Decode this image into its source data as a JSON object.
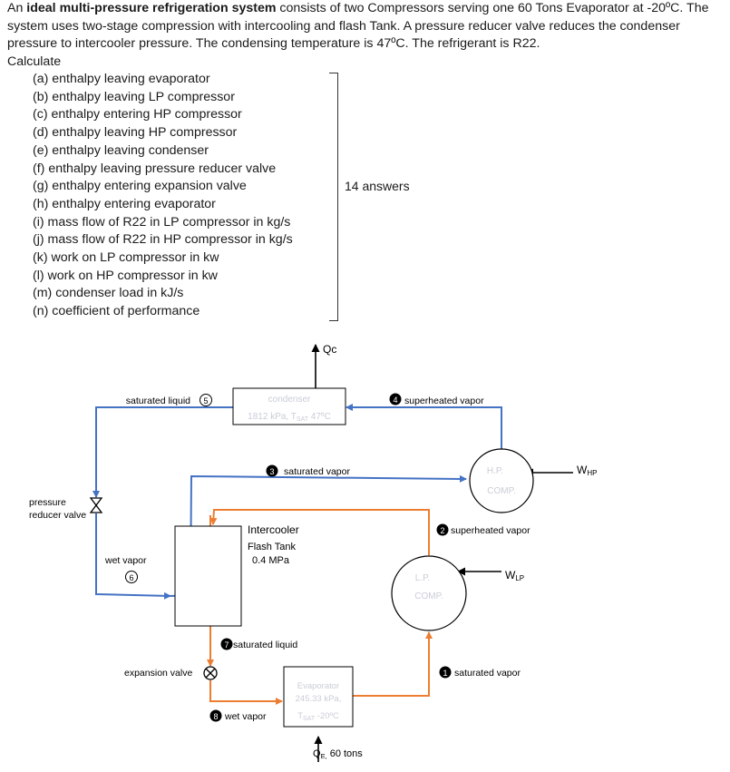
{
  "problem": {
    "intro_prefix": "An ",
    "intro_bold": "ideal multi-pressure refrigeration system",
    "intro_rest": " consists of two Compressors serving one 60 Tons Evaporator at -20ºC. The system uses two-stage compression with intercooling and flash Tank.  A pressure reducer valve reduces the condenser pressure to intercooler pressure. The condensing temperature is 47ºC. The refrigerant is R22.",
    "calculate": "Calculate"
  },
  "questions": [
    "(a)  enthalpy leaving evaporator",
    "(b)  enthalpy leaving LP compressor",
    "(c)  enthalpy entering HP compressor",
    "(d)  enthalpy leaving HP compressor",
    "(e)  enthalpy leaving condenser",
    "(f)   enthalpy leaving pressure reducer valve",
    "(g)  enthalpy entering expansion valve",
    "(h)  enthalpy entering evaporator",
    "(i)   mass flow of R22 in LP compressor in kg/s",
    "(j)   mass flow of R22 in HP compressor in kg/s",
    "(k)  work on LP compressor in kw",
    "(l)   work on HP compressor in kw",
    "(m) condenser load in kJ/s",
    "(n)  coefficient of performance"
  ],
  "answers_label": "14 answers",
  "diagram": {
    "qc": "Qc",
    "condenser": {
      "line1": "condenser",
      "line2": "1812 kPa, T",
      "line2_sub": "SAT",
      "line2_rest": " 47ºC"
    },
    "state5": {
      "num": "5",
      "label": "saturated liquid"
    },
    "state4": {
      "num": "4",
      "label": "superheated vapor"
    },
    "state3": {
      "num": "3",
      "label": "saturated vapor"
    },
    "state2": {
      "num": "2",
      "label": "superheated vapor"
    },
    "state1": {
      "num": "1",
      "label": "saturated vapor"
    },
    "state6": {
      "num": "6",
      "label": "wet vapor"
    },
    "state7": {
      "num": "7",
      "label": "saturated liquid"
    },
    "state8": {
      "num": "8",
      "label": "wet vapor"
    },
    "hp_comp": {
      "line1": "H.P.",
      "line2": "COMP."
    },
    "lp_comp": {
      "line1": "L.P.",
      "line2": "COMP."
    },
    "whp": {
      "main": "W",
      "sub": "HP"
    },
    "wlp": {
      "main": "W",
      "sub": "LP"
    },
    "prv": {
      "line1": "pressure",
      "line2": "reducer valve"
    },
    "intercooler": {
      "line1": "Intercooler",
      "line2": "Flash Tank",
      "line3": "0.4 MPa"
    },
    "expansion_valve": "expansion valve",
    "evaporator": {
      "line1": "Evaporator",
      "line2": "245.33 kPa,",
      "line3": "T",
      "line3_sub": "SAT",
      "line3_rest": " -20ºC"
    },
    "qe": {
      "main": "Q",
      "sub": "E,",
      "rest": " 60 tons"
    },
    "colors": {
      "blue": "#4472c4",
      "orange": "#ed7d31",
      "faint": "#c9cdd6"
    }
  }
}
